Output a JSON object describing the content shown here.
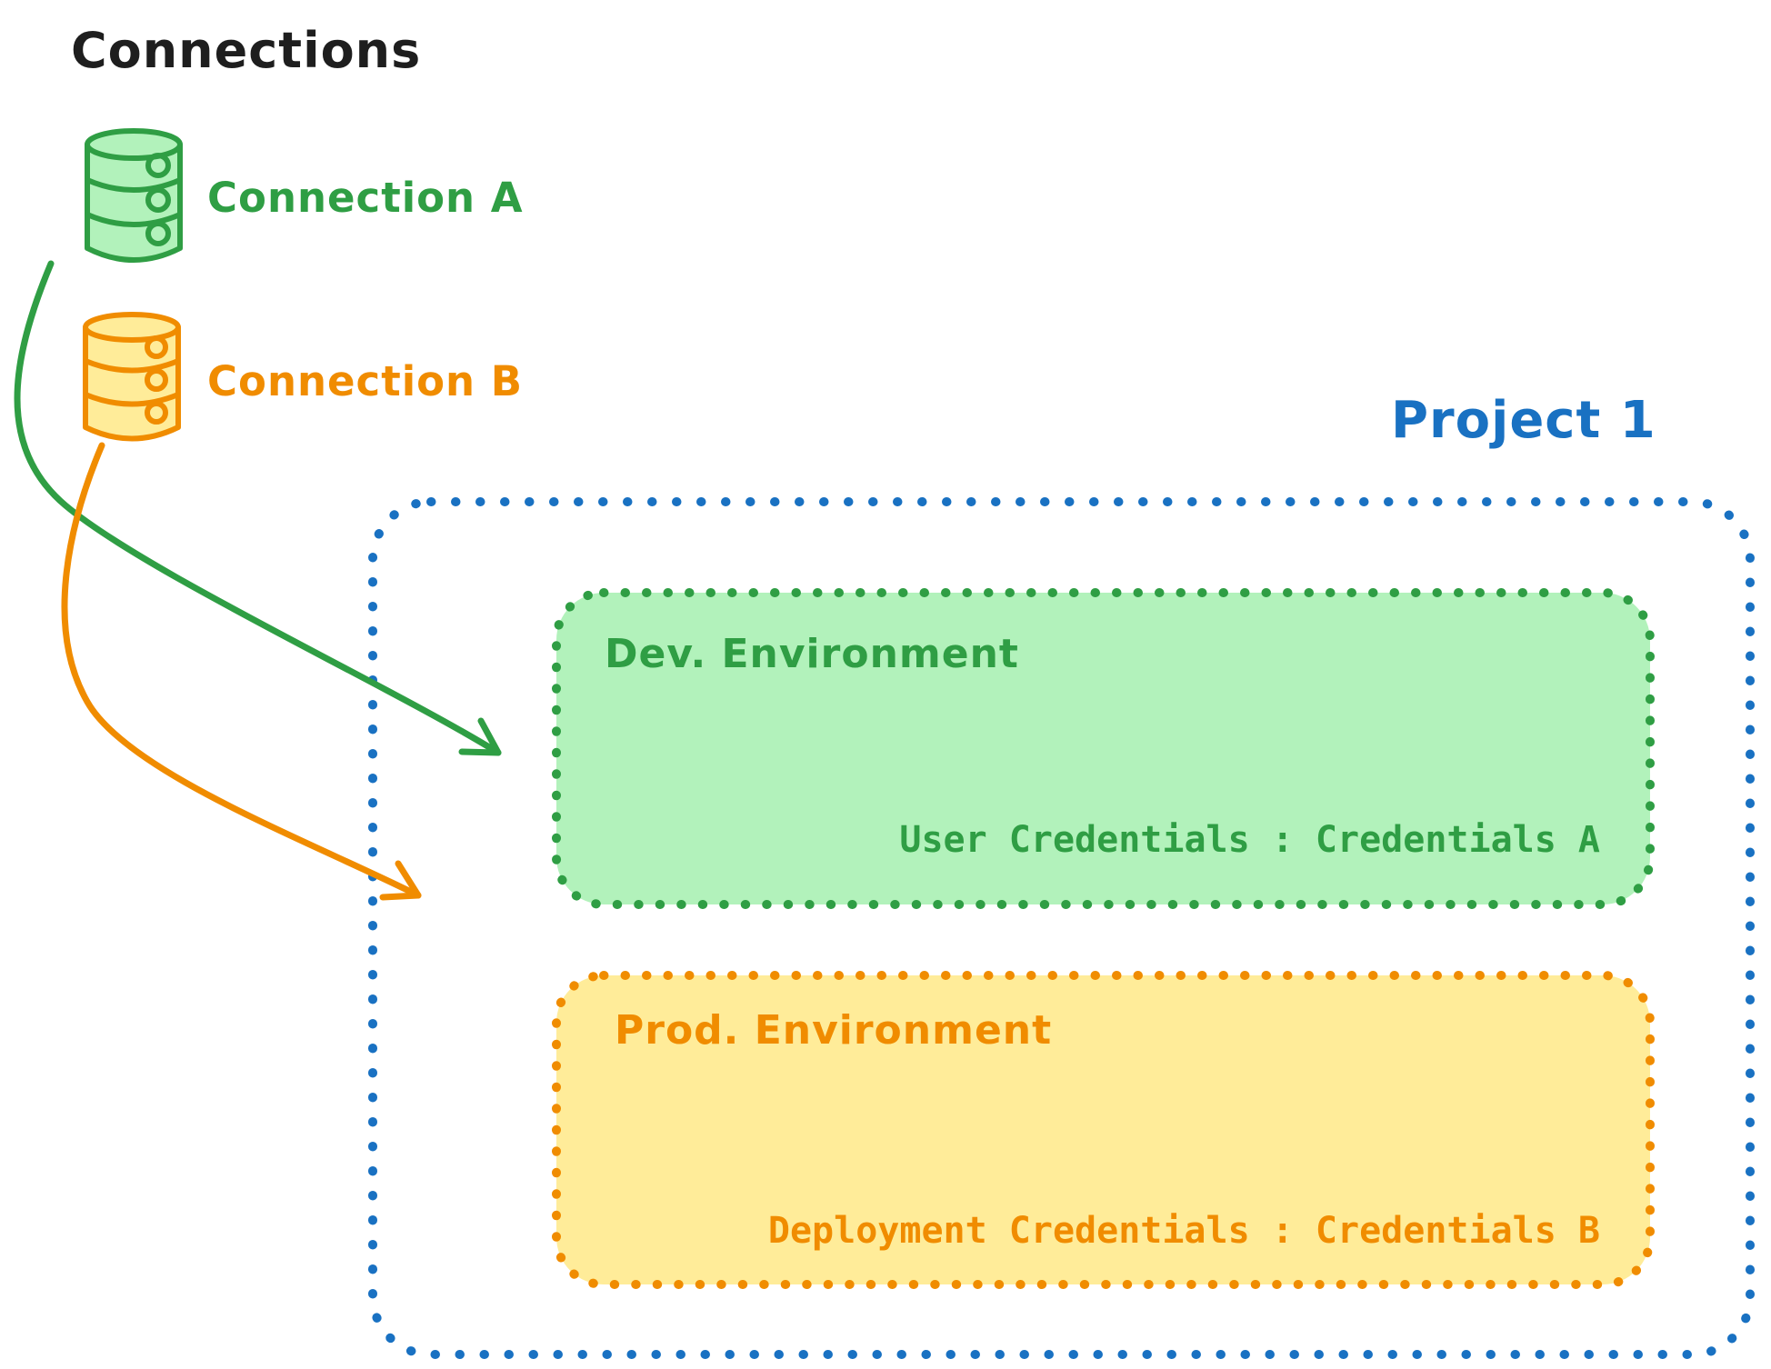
{
  "heading": {
    "title": "Connections"
  },
  "connections": [
    {
      "label": "Connection A",
      "icon": "database-icon",
      "color": "#2f9e44",
      "fill": "#b2f2bb"
    },
    {
      "label": "Connection B",
      "icon": "database-icon",
      "color": "#f08c00",
      "fill": "#ffec99"
    }
  ],
  "project": {
    "title": "Project 1",
    "border_color": "#1971c2",
    "environments": [
      {
        "name": "Dev. Environment",
        "credentials": "User Credentials : Credentials A",
        "stroke_color": "#2f9e44",
        "fill_color": "#b2f2bb",
        "source_connection": "Connection A"
      },
      {
        "name": "Prod. Environment",
        "credentials": "Deployment Credentials : Credentials B",
        "stroke_color": "#f08c00",
        "fill_color": "#ffec99",
        "source_connection": "Connection B"
      }
    ]
  },
  "colors": {
    "ink": "#1e1e1e",
    "green": "#2f9e44",
    "green_fill": "#b2f2bb",
    "orange": "#f08c00",
    "orange_fill": "#ffec99",
    "blue": "#1971c2",
    "bg": "#ffffff"
  }
}
